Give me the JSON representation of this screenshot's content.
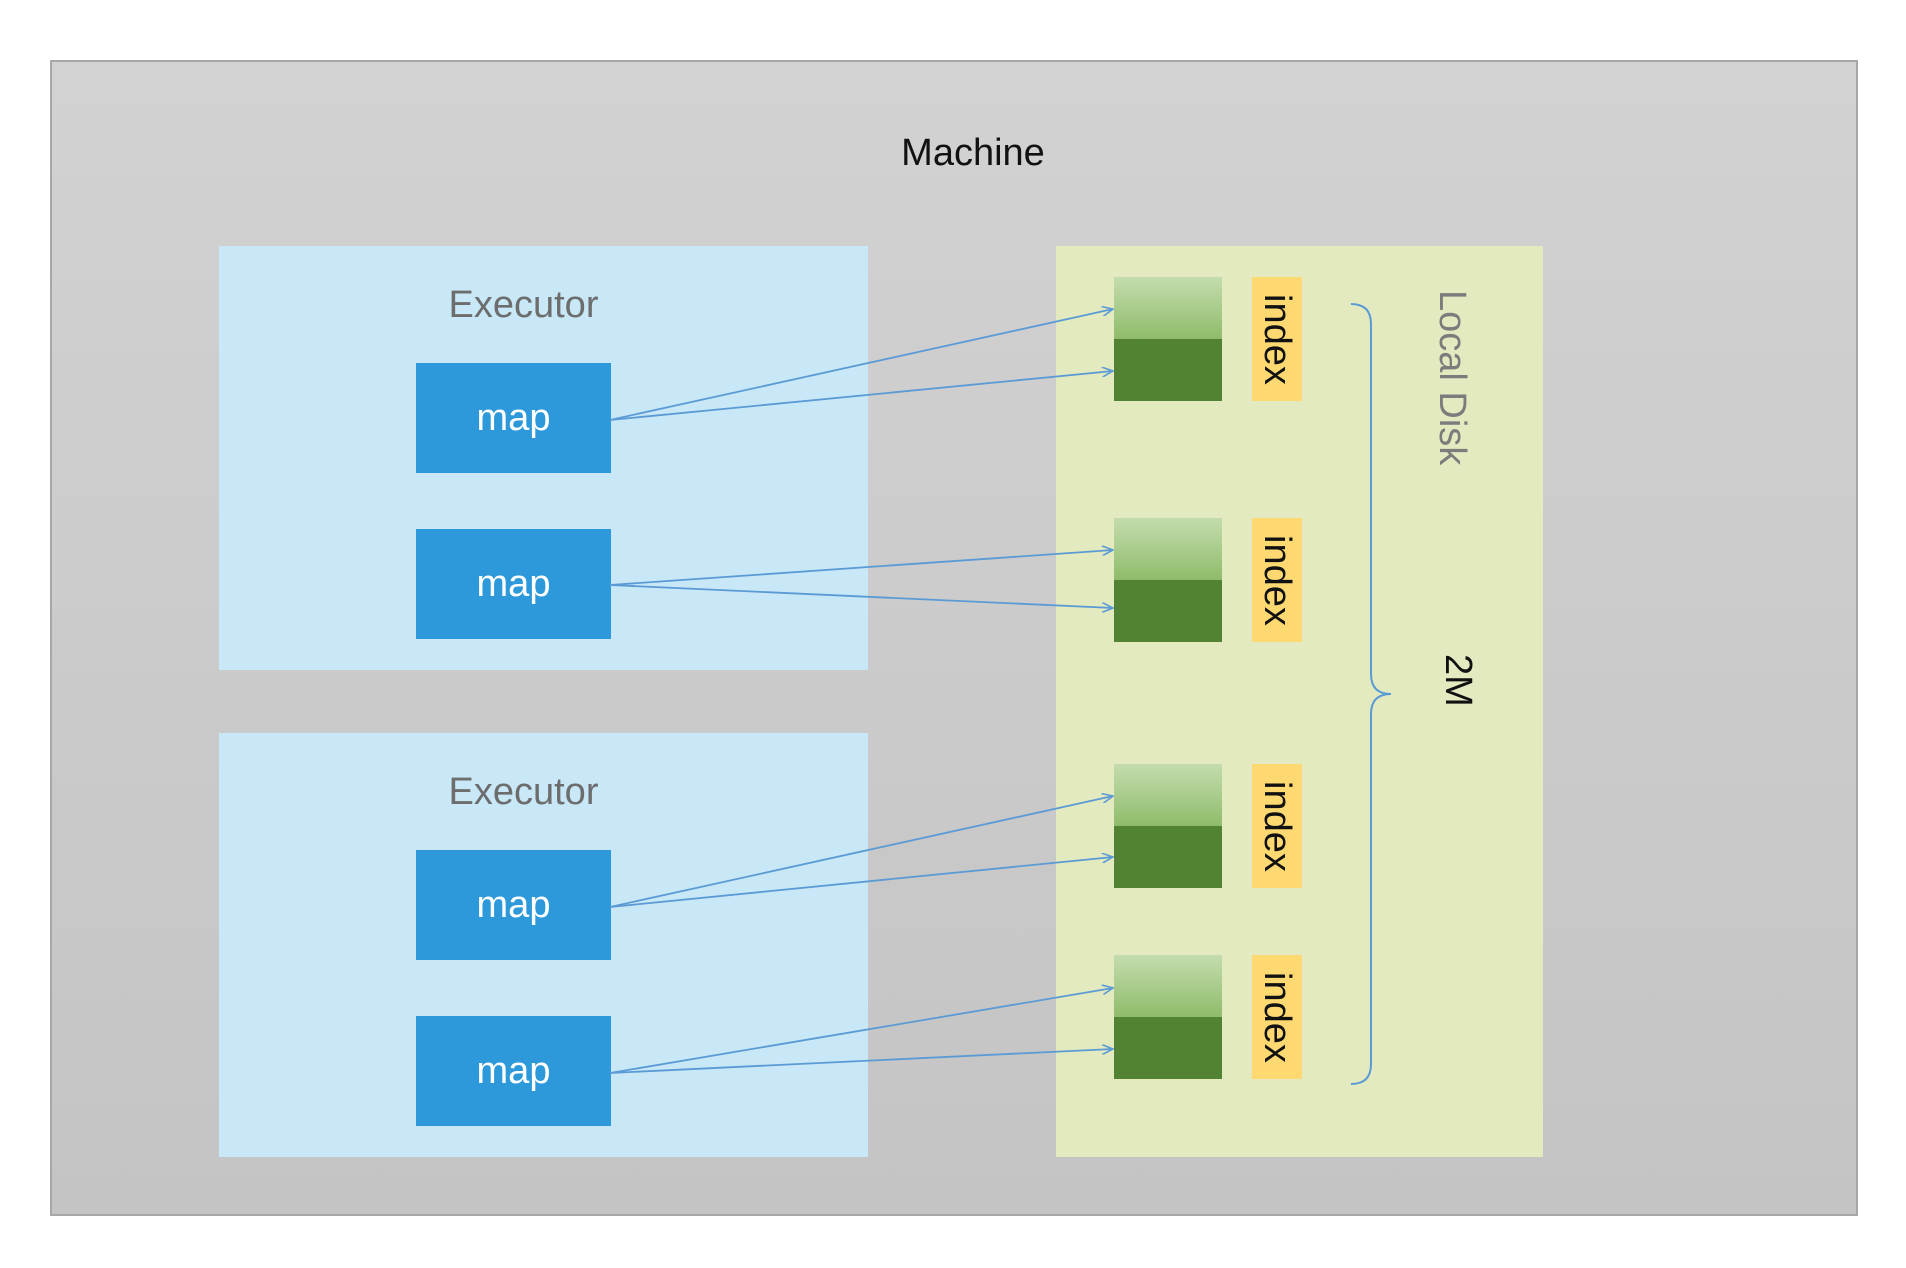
{
  "machine": {
    "title": "Machine"
  },
  "executors": [
    {
      "title": "Executor",
      "maps": [
        "map",
        "map"
      ]
    },
    {
      "title": "Executor",
      "maps": [
        "map",
        "map"
      ]
    }
  ],
  "local_disk": {
    "title": "Local Disk",
    "index_labels": [
      "index",
      "index",
      "index",
      "index"
    ],
    "size_label": "2M"
  },
  "colors": {
    "machine_bg": "#cbcbcb",
    "executor_bg": "#c8e7f7",
    "map_box": "#2e99da",
    "local_disk_bg": "#e3eabf",
    "file_data": "#528334",
    "file_top": "#a8cc8a",
    "index_tag": "#fed870",
    "arrow": "#5b9bd5"
  }
}
